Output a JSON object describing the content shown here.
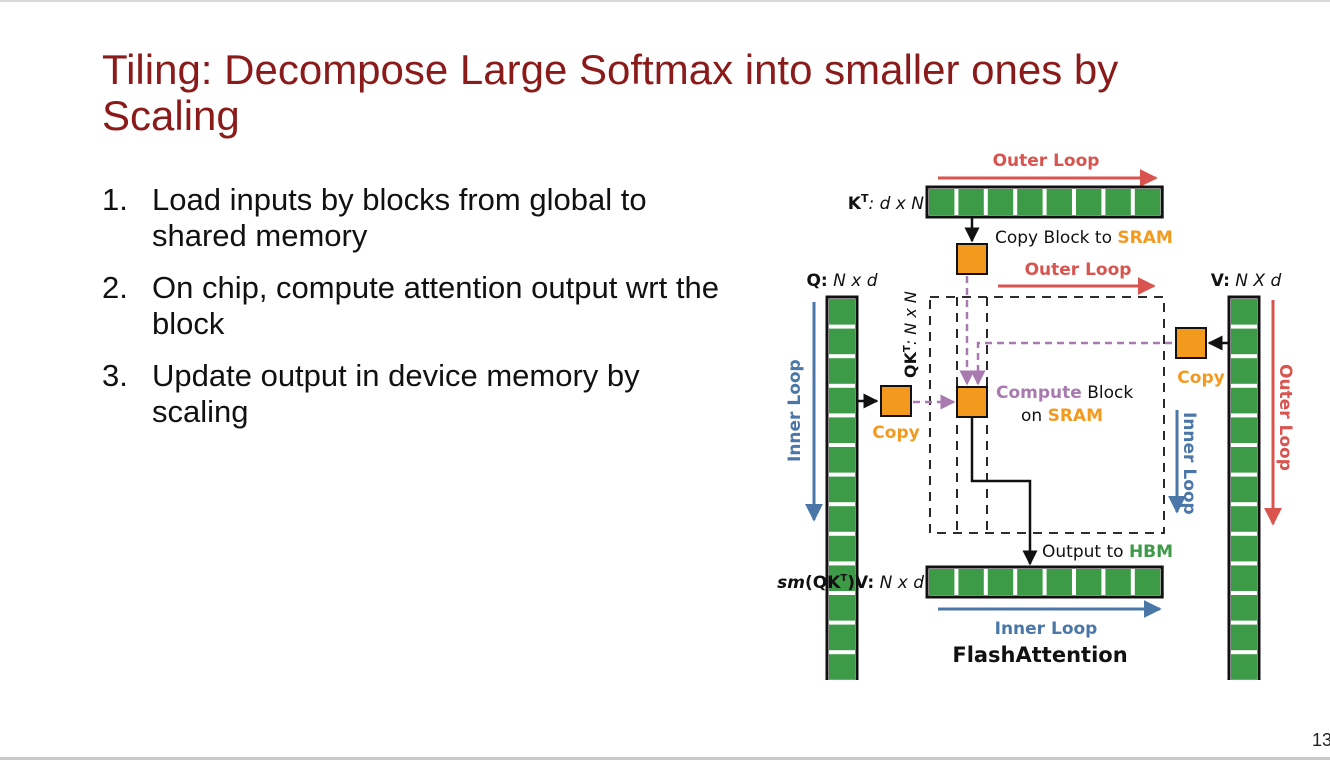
{
  "slide": {
    "title": "Tiling: Decompose Large Softmax into smaller ones by Scaling",
    "bullets": [
      {
        "num": "1.",
        "text": "Load inputs by blocks from global to shared memory"
      },
      {
        "num": "2.",
        "text": "On chip, compute attention output wrt the block"
      },
      {
        "num": "3.",
        "text": "Update output in device memory by scaling"
      }
    ],
    "page_number": "13"
  },
  "diagram": {
    "colors": {
      "block_green": "#3d9a46",
      "copy_orange": "#f39a1e",
      "outer_loop_red": "#d9534f",
      "inner_loop_blue": "#4a77a8",
      "dashed_purple": "#a87ab0",
      "hbm_green": "#3d9a46"
    },
    "kt_label": {
      "bold": "K",
      "sup": "T",
      "rest": ": d x N"
    },
    "q_label": {
      "bold": "Q:",
      "rest": " N x d"
    },
    "v_label": {
      "bold": "V:",
      "rest": " N X d"
    },
    "qkt_label": {
      "bold": "QK",
      "sup": "T",
      "rest": ": N x N"
    },
    "out_label": {
      "italic": "sm",
      "bold_pre": "(QK",
      "sup": "T",
      "bold_post": ")V:",
      "rest": " N x d"
    },
    "outer_loop_top": "Outer Loop",
    "outer_loop_mid": "Outer Loop",
    "outer_loop_right": "Outer Loop",
    "inner_loop_left": "Inner Loop",
    "inner_loop_right": "Inner Loop",
    "inner_loop_bottom": "Inner Loop",
    "copy_block_text": "Copy Block to ",
    "sram": "SRAM",
    "copy_left": "Copy",
    "copy_right": "Copy",
    "compute_word": "Compute",
    "block_word": " Block",
    "on_word": "on ",
    "sram2": "SRAM",
    "output_text": "Output to ",
    "hbm": "HBM",
    "caption": "FlashAttention"
  }
}
